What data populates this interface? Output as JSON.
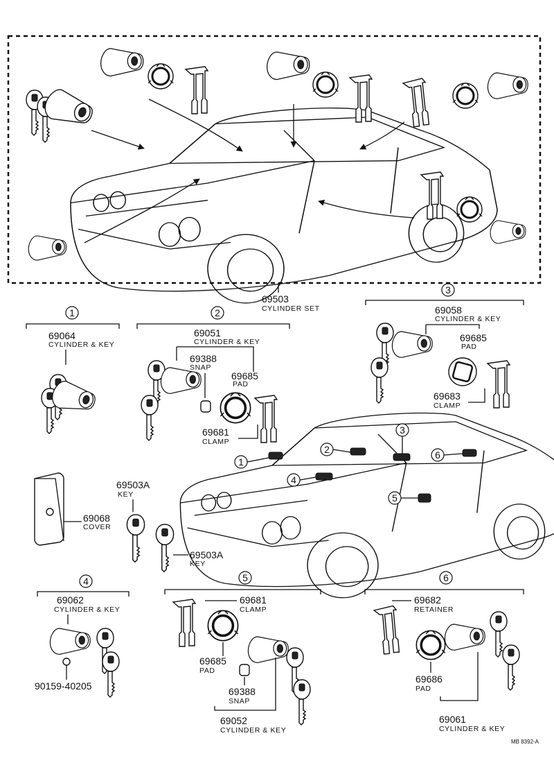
{
  "diagram": {
    "set": {
      "number": "69503",
      "name": "CYLINDER SET"
    },
    "groups": [
      {
        "id": "1",
        "parts": [
          {
            "number": "69064",
            "name": "CYLINDER & KEY"
          }
        ]
      },
      {
        "id": "2",
        "parts": [
          {
            "number": "69051",
            "name": "CYLINDER & KEY"
          },
          {
            "number": "69388",
            "name": "SNAP"
          },
          {
            "number": "69685",
            "name": "PAD"
          },
          {
            "number": "69681",
            "name": "CLAMP"
          }
        ]
      },
      {
        "id": "3",
        "parts": [
          {
            "number": "69058",
            "name": "CYLINDER & KEY"
          },
          {
            "number": "69685",
            "name": "PAD"
          },
          {
            "number": "69683",
            "name": "CLAMP"
          }
        ]
      },
      {
        "id": "4",
        "parts": [
          {
            "number": "69062",
            "name": "CYLINDER & KEY"
          },
          {
            "number": "90159-40205",
            "name": ""
          }
        ]
      },
      {
        "id": "5",
        "parts": [
          {
            "number": "69681",
            "name": "CLAMP"
          },
          {
            "number": "69685",
            "name": "PAD"
          },
          {
            "number": "69388",
            "name": "SNAP"
          },
          {
            "number": "69052",
            "name": "CYLINDER & KEY"
          }
        ]
      },
      {
        "id": "6",
        "parts": [
          {
            "number": "69682",
            "name": "RETAINER"
          },
          {
            "number": "69686",
            "name": "PAD"
          },
          {
            "number": "69061",
            "name": "CYLINDER & KEY"
          }
        ]
      }
    ],
    "loose": [
      {
        "number": "69068",
        "name": "COVER"
      },
      {
        "number": "69503A",
        "name": "KEY"
      },
      {
        "number": "69503A",
        "name": "KEY"
      }
    ],
    "car_callouts": [
      "1",
      "2",
      "3",
      "4",
      "5",
      "6"
    ],
    "reference": "MB 8392-A"
  }
}
